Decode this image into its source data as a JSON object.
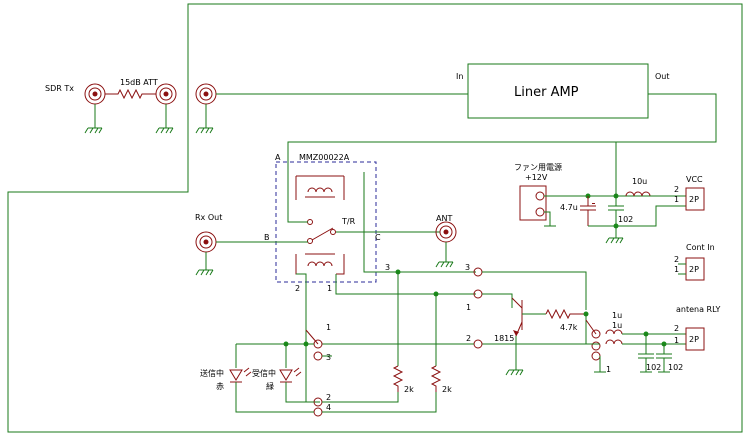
{
  "labels": {
    "sdr_tx": "SDR Tx",
    "att": "15dB ATT",
    "amp_in": "In",
    "amp_title": "Liner AMP",
    "amp_out": "Out",
    "chip": "MMZ00022A",
    "pin_a": "A",
    "pin_b": "B",
    "pin_c": "C",
    "tr": "T/R",
    "rx_out": "Rx Out",
    "ant": "ANT",
    "fan_title": "ファン用電源",
    "fan_v": "+12V",
    "cap_47u": "4.7u",
    "cap_102a": "102",
    "ind_10u": "10u",
    "vcc": "VCC",
    "vcc_2p": "2P",
    "vcc_pin2": "2",
    "vcc_pin1": "1",
    "cont_in": "Cont In",
    "cont_2p": "2P",
    "cont_pin2": "2",
    "cont_pin1": "1",
    "antena_rly": "antena RLY",
    "rly_2p": "2P",
    "rly_pin2": "2",
    "rly_pin1": "1",
    "ind_1u_a": "1u",
    "ind_1u_b": "1u",
    "cap_102b": "102",
    "cap_102c": "102",
    "res_47k": "4.7k",
    "q1": "1815",
    "relay_pin3_top": "3",
    "relay_pin3_right": "3",
    "relay_pin1_right": "1",
    "relay_pin2": "2",
    "relay_pin1_low": "1",
    "coil_pin2": "2",
    "coil_pin1": "1",
    "sw_pin1": "1",
    "sw_pin3": "3",
    "sw_pin2": "2",
    "sw_pin4": "4",
    "res_2k_a": "2k",
    "res_2k_b": "2k",
    "led_tx": "送信中",
    "led_tx_color": "赤",
    "led_rx": "受信中",
    "led_rx_color": "緑"
  },
  "colors": {
    "wire": "#1a7a1a",
    "component": "#8b1010",
    "chip_outline": "#2b2b99"
  }
}
